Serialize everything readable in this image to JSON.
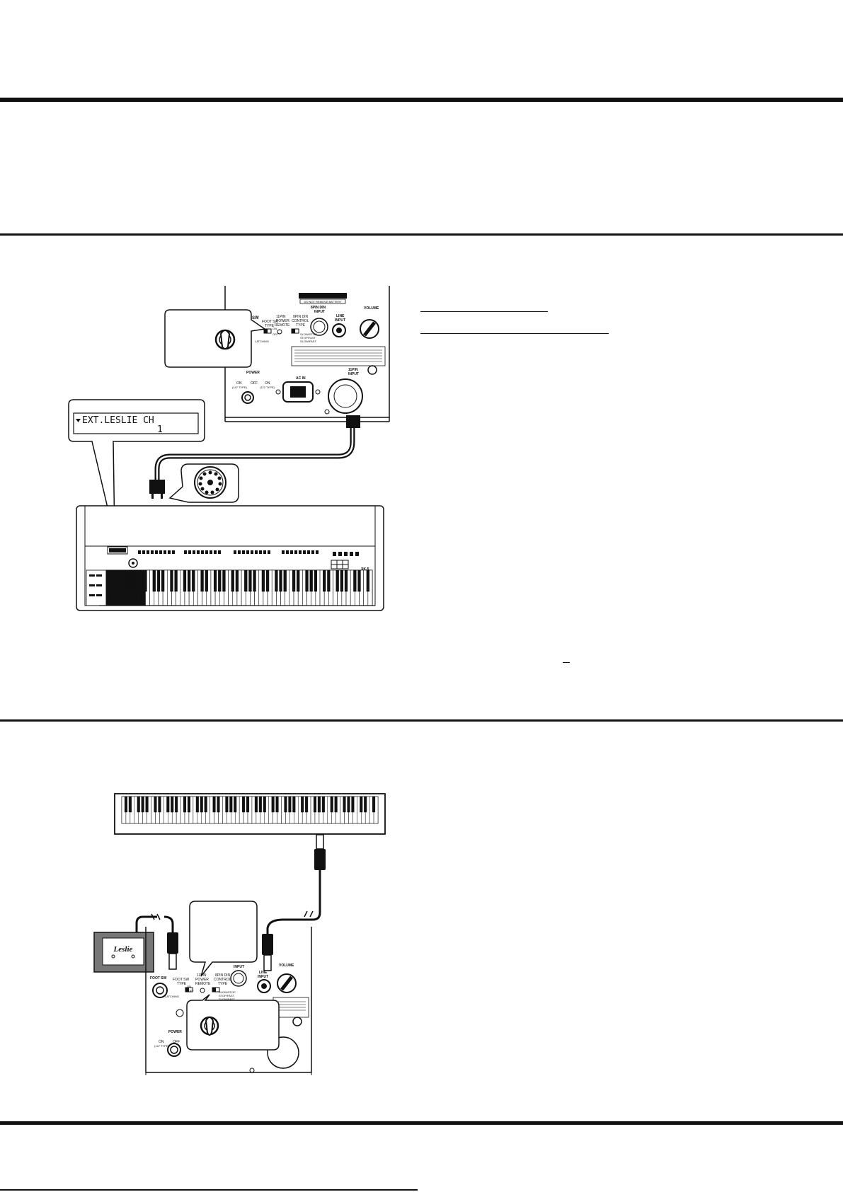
{
  "figure1": {
    "lcd_line1": "EXT.LESLIE  CH",
    "lcd_line2": "1",
    "warning_title": "DO NOT REMOVE BATTERY",
    "labels": {
      "foot_sw_partial": "SW",
      "foot_sw_type": "FOOT SW\nTYPE",
      "power_remote": "11PIN\nPOWER\nREMOTE",
      "control_type": "8PIN DIN\nCONTROL\nTYPE",
      "on": "ON",
      "off": "OFF",
      "latching": "LATCHING",
      "ctrl_opt1": "SLOW/STOP",
      "ctrl_opt2": "STOP/FAST",
      "ctrl_opt3": "SLOW/FAST",
      "din_input": "8PIN DIN\nINPUT",
      "line_input": "LINE\nINPUT",
      "volume": "VOLUME",
      "pin11_input": "11PIN\nINPUT",
      "power": "POWER",
      "ac_in": "AC IN",
      "on_147": "ON\n(147 TYPE)",
      "on_122": "ON\n(122 TYPE)",
      "model": "XK-5"
    }
  },
  "figure2": {
    "leslie_logo": "Leslie",
    "labels": {
      "foot_sw": "FOOT SW",
      "foot_sw_type": "FOOT SW\nTYPE",
      "power_remote": "11PIN\nPOWER\nREMOTE",
      "control_type": "8PIN DIN\nCONTROL\nTYPE",
      "input": "INPUT",
      "line_input": "LINE\nINPUT",
      "volume": "VOLUME",
      "power": "POWER",
      "on_147": "ON\n(147 TYPE)",
      "off": "OFF",
      "on": "ON",
      "latching": "LATCHING",
      "ctrl_opt1": "SLOW/STOP",
      "ctrl_opt2": "STOP/FAST",
      "ctrl_opt3": "SLOW/FAST"
    }
  },
  "colors": {
    "ink": "#111111",
    "leslie_box": "#777777",
    "paper": "#ffffff"
  }
}
